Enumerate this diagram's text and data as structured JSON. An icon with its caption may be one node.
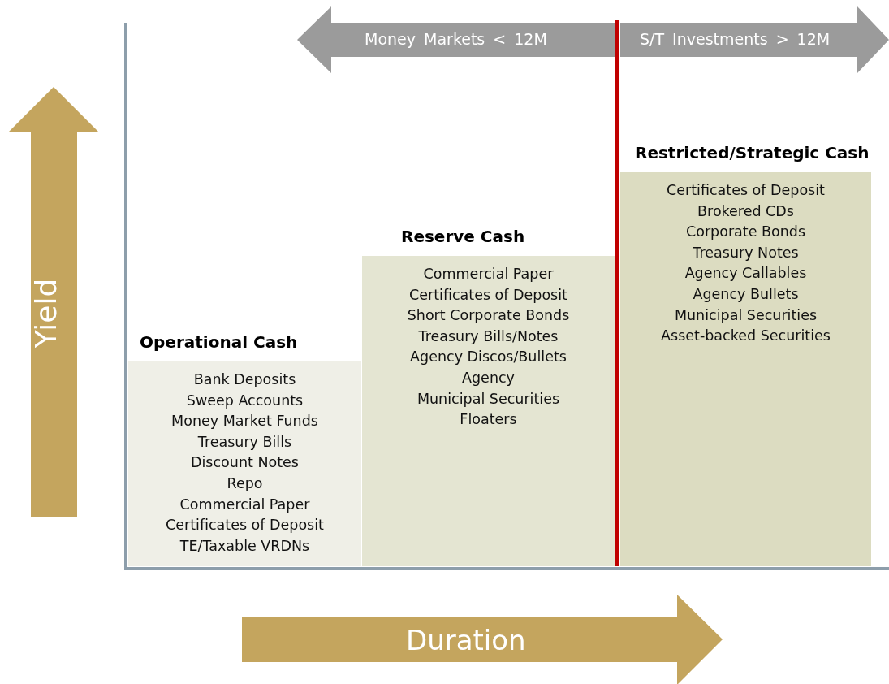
{
  "diagram": {
    "nodes": [
      {
        "text": [
          "Operational Cash",
          "Bank Deposits",
          "Sweep Accounts",
          "Money Market Funds",
          "Treasury Bills",
          "Discount Notes",
          "Repo",
          "Commercial Paper",
          "Certificates of Deposit",
          "TE/Taxable VRDNs"
        ]
      },
      {
        "text": [
          "Reserve Cash",
          "Commercial Paper",
          "Certificates of Deposit",
          "Short Corporate Bonds",
          "Treasury Bills/Notes",
          "Agency Discos/Bullets",
          "Agency",
          "Municipal Securities",
          "Floaters"
        ]
      },
      {
        "text": [
          "Restricted/Strategic Cash",
          "Certificates of Deposit",
          "Brokered CDs",
          "Corporate Bonds",
          "Treasury Notes",
          "Agency Callables",
          "Agency Bullets",
          "Municipal Securities",
          "Asset-backed Securities"
        ]
      }
    ],
    "labels": [
      "Money Markets < 12M",
      "S/T Investments > 12M",
      "Yield",
      "Duration"
    ]
  }
}
